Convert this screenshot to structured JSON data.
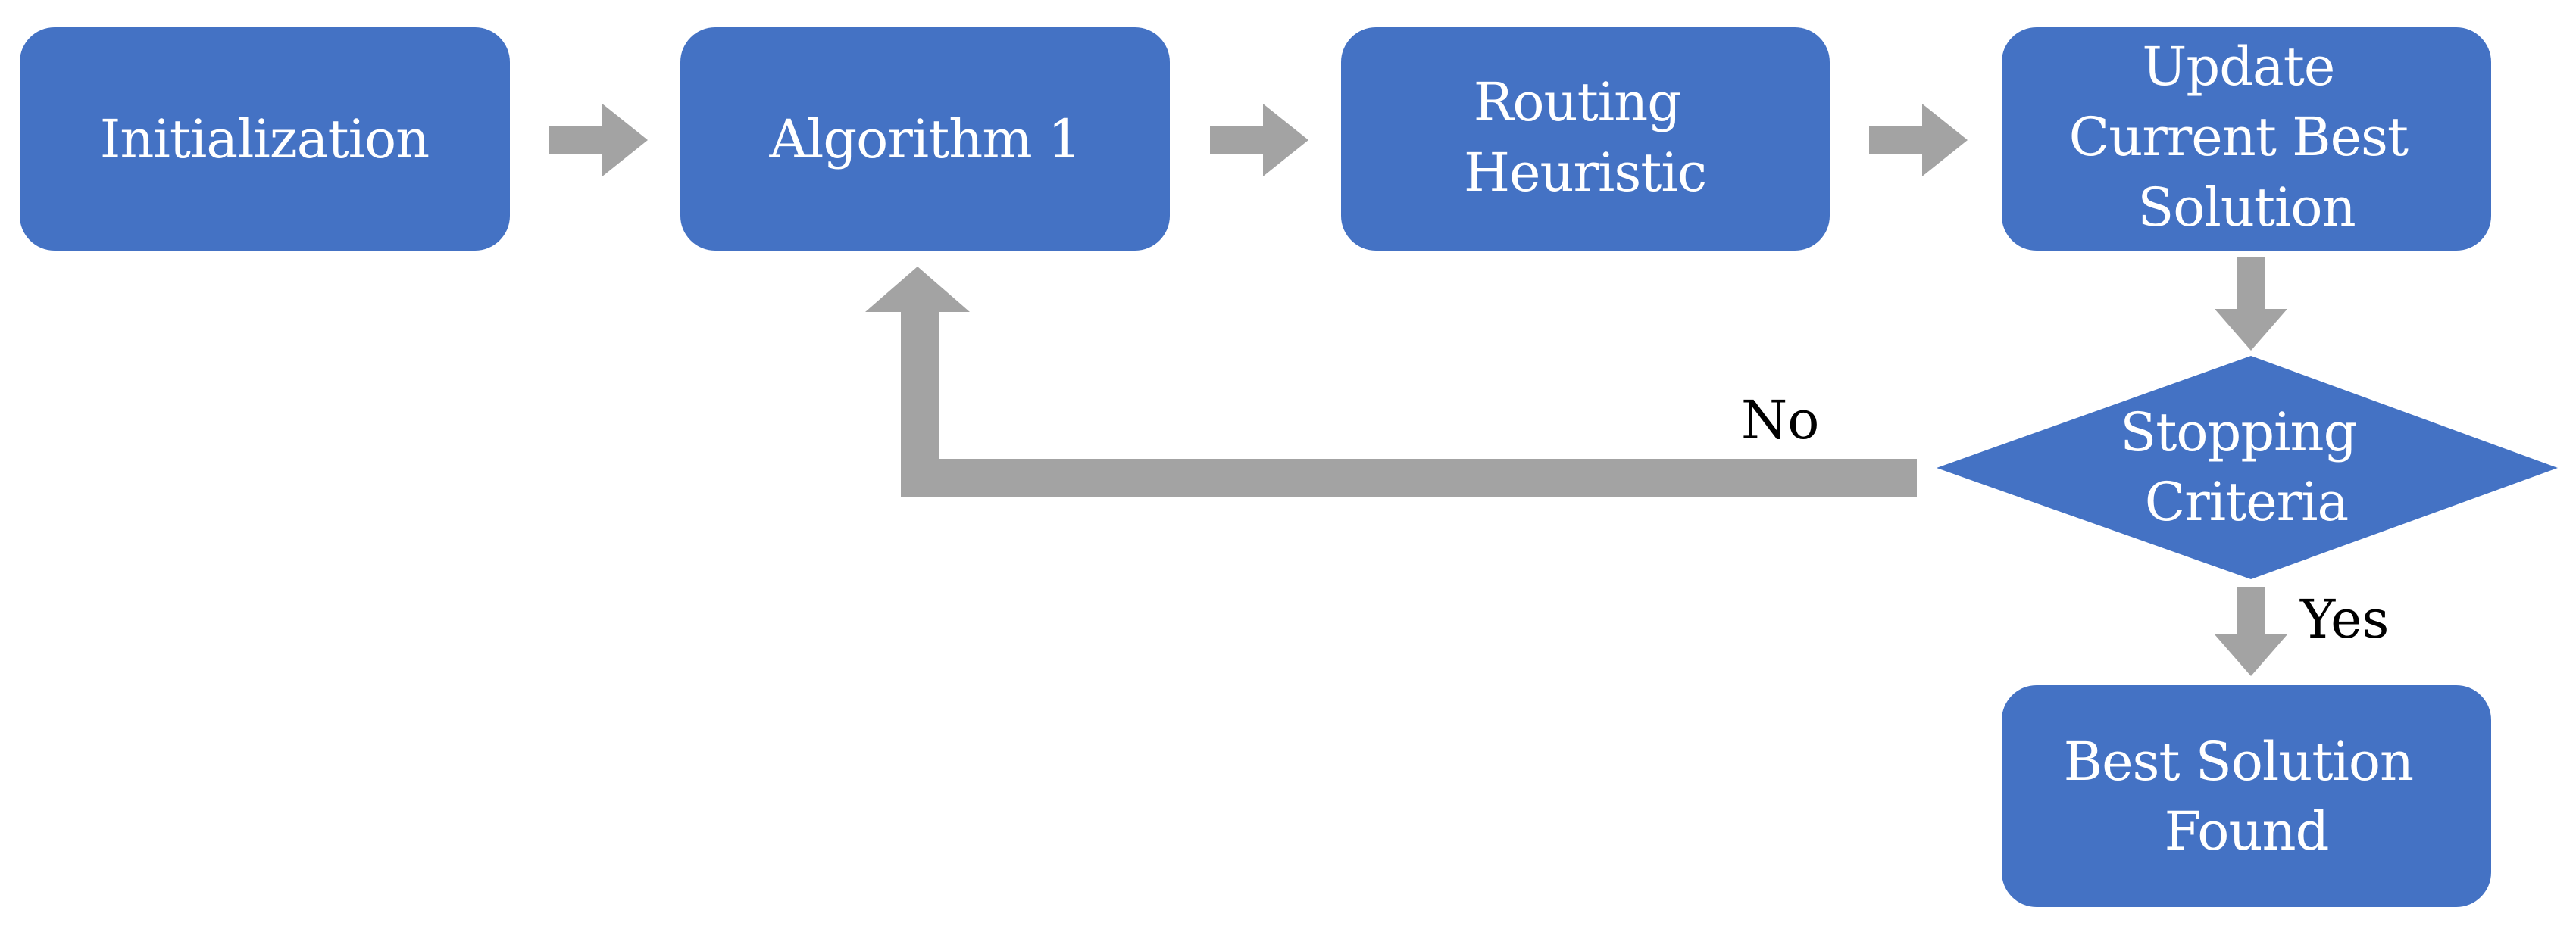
{
  "colors": {
    "node_fill": "#4472C4",
    "arrow_fill": "#A3A3A3",
    "node_text": "#FFFFFF",
    "label_text": "#000000",
    "background": "#FFFFFF"
  },
  "nodes": [
    {
      "id": "initialization",
      "shape": "rounded-rectangle",
      "lines": [
        "Initialization"
      ]
    },
    {
      "id": "algorithm-1",
      "shape": "rounded-rectangle",
      "lines": [
        "Algorithm 1"
      ]
    },
    {
      "id": "routing-heuristic",
      "shape": "rounded-rectangle",
      "lines": [
        "Routing",
        "Heuristic"
      ]
    },
    {
      "id": "update-current-best-solution",
      "shape": "rounded-rectangle",
      "lines": [
        "Update",
        "Current Best",
        "Solution"
      ]
    },
    {
      "id": "stopping-criteria",
      "shape": "diamond",
      "lines": [
        "Stopping",
        "Criteria"
      ]
    },
    {
      "id": "best-solution-found",
      "shape": "rounded-rectangle",
      "lines": [
        "Best Solution",
        "Found"
      ]
    }
  ],
  "edges": [
    {
      "from": "initialization",
      "to": "algorithm-1",
      "label": ""
    },
    {
      "from": "algorithm-1",
      "to": "routing-heuristic",
      "label": ""
    },
    {
      "from": "routing-heuristic",
      "to": "update-current-best-solution",
      "label": ""
    },
    {
      "from": "update-current-best-solution",
      "to": "stopping-criteria",
      "label": ""
    },
    {
      "from": "stopping-criteria",
      "to": "algorithm-1",
      "label": "No"
    },
    {
      "from": "stopping-criteria",
      "to": "best-solution-found",
      "label": "Yes"
    }
  ]
}
